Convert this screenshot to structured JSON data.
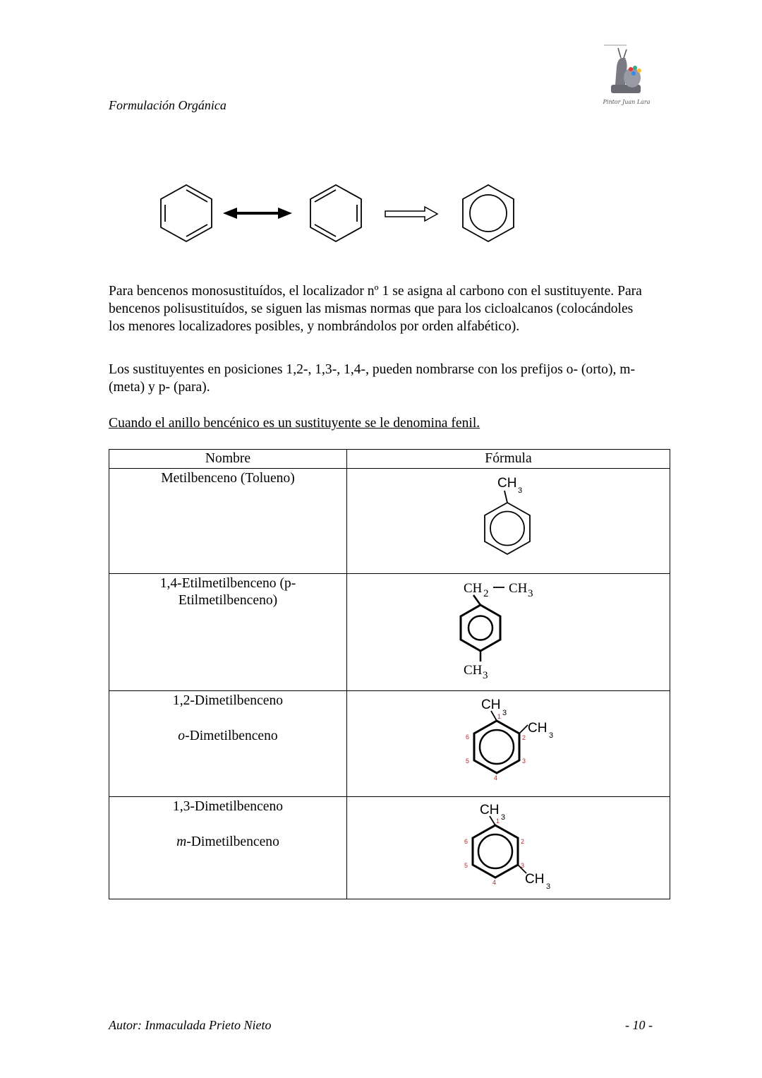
{
  "header": {
    "title": "Formulación Orgánica",
    "logo_caption": "Pintor Juan Lara"
  },
  "paragraphs": {
    "p1": "Para bencenos monosustituídos, el localizador nº 1 se asigna al carbono con el sustituyente. Para bencenos polisustituídos, se siguen las mismas normas que para los cicloalcanos (colocándoles los menores localizadores posibles, y nombrándolos por orden alfabético).",
    "p2": "Los sustituyentes en posiciones 1,2-, 1,3-, 1,4-, pueden nombrarse con los prefijos o- (orto), m- (meta) y p- (para).",
    "p3": "Cuando el anillo bencénico es un sustituyente se le denomina fenil."
  },
  "table": {
    "headers": {
      "name": "Nombre",
      "formula": "Fórmula"
    },
    "rows": [
      {
        "name": "Metilbenceno (Tolueno)"
      },
      {
        "name_line1": "1,4-Etilmetilbenceno (p-",
        "name_line2": "Etilmetilbenceno)"
      },
      {
        "name": "1,2-Dimetilbenceno",
        "prefix": "o",
        "alt_name": "-Dimetilbenceno"
      },
      {
        "name": "1,3-Dimetilbenceno",
        "prefix": "m",
        "alt_name": "-Dimetilbenceno"
      }
    ]
  },
  "chem_labels": {
    "ch": "CH",
    "ch2": "CH",
    "sub2": "2",
    "sub3": "3",
    "bond": "—",
    "loc1": "1",
    "loc2": "2",
    "loc3": "3",
    "loc4": "4",
    "loc5": "5",
    "loc6": "6"
  },
  "colors": {
    "locant": "#cc2222"
  },
  "footer": {
    "author": "Autor: Inmaculada Prieto Nieto",
    "page": "- 10 -"
  }
}
